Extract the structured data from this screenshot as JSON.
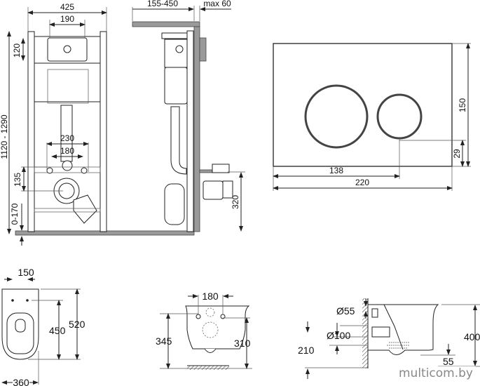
{
  "installation_frame": {
    "front_view": {
      "width": "425",
      "plate_width": "190",
      "plate_height": "120",
      "frame_height": "1120 - 1290",
      "stud_spacing_outer": "230",
      "stud_spacing_inner": "180",
      "drain_height": "135",
      "leg_adjust": "0-170"
    },
    "side_view": {
      "depth": "155-450",
      "wall_max": "max 60",
      "drain_axis_height": "320"
    }
  },
  "flush_plate": {
    "height": "150",
    "button_offset_bottom": "29",
    "button_distance": "138",
    "width": "220"
  },
  "toilet": {
    "top_view": {
      "hole_spacing": "150",
      "hole_to_front": "450",
      "length": "520",
      "width": "360"
    },
    "rear_view": {
      "hole_spacing": "180",
      "top_height": "345",
      "hole_height": "310"
    },
    "side_view": {
      "inlet_diameter": "Ø55",
      "outlet_diameter": "Ø100",
      "outlet_height": "210",
      "height": "400",
      "bottom_offset": "55"
    }
  },
  "watermark": "multicom.by"
}
